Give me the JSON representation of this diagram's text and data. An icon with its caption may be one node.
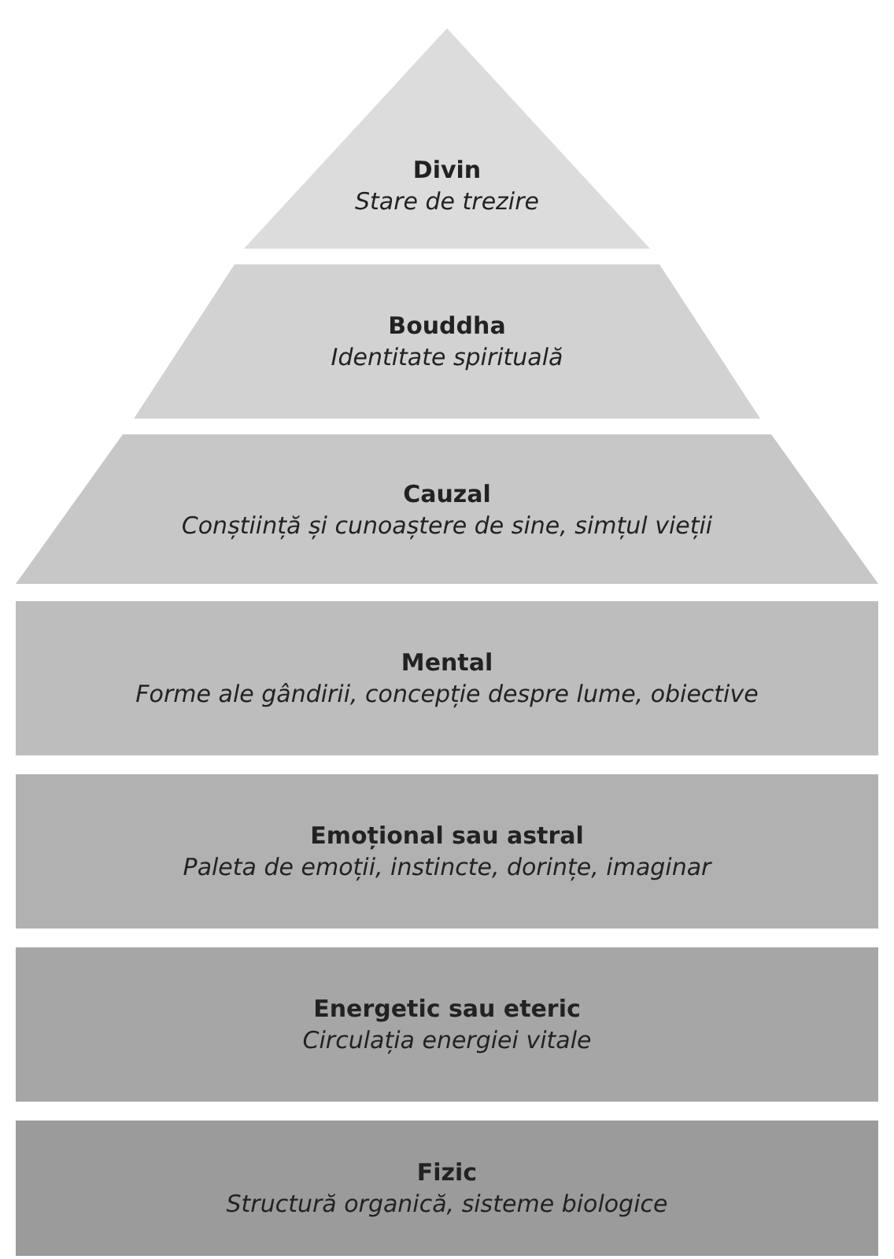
{
  "diagram": {
    "nodes": [
      {
        "text": [
          "Divin",
          "Stare de trezire"
        ]
      },
      {
        "text": [
          "Bouddha",
          "Identitate spirituală"
        ]
      },
      {
        "text": [
          "Cauzal",
          "Conștiință și cunoaștere de sine, simțul vieții"
        ]
      },
      {
        "text": [
          "Mental",
          "Forme ale gândirii, concepție despre lume, obiective"
        ]
      },
      {
        "text": [
          "Emoțional sau astral",
          "Paleta de emoții, instincte, dorințe, imaginar"
        ]
      },
      {
        "text": [
          "Energetic sau eteric",
          "Circulația energiei vitale"
        ]
      },
      {
        "text": [
          "Fizic",
          "Structură organică, sisteme biologice"
        ]
      }
    ]
  }
}
